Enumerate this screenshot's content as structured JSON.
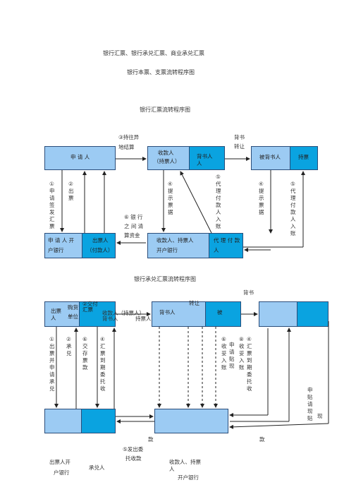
{
  "titles": {
    "main": "银行汇票、银行承兑汇票、商业承兑汇票",
    "sub": "银行本票、支票流转程序图",
    "d1": "银行汇票流转程序图",
    "d2": "银行承兑汇票流转程序图"
  },
  "d1": {
    "applicant": "申 请 人",
    "payee": "收款人",
    "payee2": "（持票人）",
    "endorser": "背书人",
    "endorser2": "人",
    "endorsee": "被背书人",
    "holder": "持票",
    "issuing_bank": "申 请 人 开",
    "issuing_bank2": "户银行",
    "drawer": "出票人",
    "drawer2": "（付款人）",
    "payee_bank": "收款人、持票人",
    "payee_bank2": "开户银行",
    "agent_pay": "代 理 付 款",
    "agent_pay2": "人",
    "lbl_present": "③持往异",
    "lbl_present2": "地结算",
    "lbl_endorse": "背书",
    "lbl_endorse2": "转让",
    "step1": "①申请签发汇票",
    "step2": "②出票",
    "step4a": "④提示票据",
    "step5a": "⑤代理付款人入账",
    "step4b": "④提示票据",
    "step5b": "⑤代理付款人入账",
    "step6": "⑥ 银 行",
    "step6b": "之 间 清",
    "step6c": "算资金"
  },
  "d2": {
    "drawer": "出票",
    "drawer2": "人",
    "buyer": "购货",
    "buyer2": "单位",
    "deliver": "②交付",
    "deliver2": "汇票",
    "payee": "收款人（持票人）",
    "payee2": "背书人",
    "holder": "持票人",
    "endorser": "背书人",
    "endorsee": "被",
    "lbl_transfer": "转让",
    "lbl_endorse": "背书",
    "step1": "①出票并申请承兑",
    "step2": "②承兑",
    "step6": "⑥交存票款",
    "step4": "④汇票到期委托收",
    "step7": "⑥收妥入账",
    "step7b": "申请贴现",
    "step8": "⑧收妥入账",
    "step8b": "④汇票到期委托收",
    "apply_disc": "申贴请现贴",
    "now": "现",
    "kuan1": "款",
    "kuan2": "款",
    "step5": "⑤发出委",
    "step5b": "托收款",
    "drawer_bank": "出票人开",
    "drawer_bank2": "户银行",
    "acceptor": "承兑人",
    "payee_bank": "收款人、持票",
    "payee_bank2": "人",
    "payee_bank3": "开户银行"
  }
}
